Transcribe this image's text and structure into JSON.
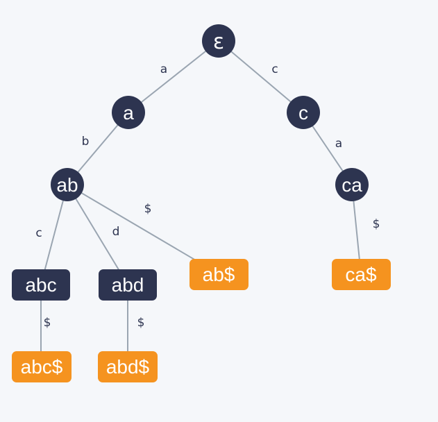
{
  "colors": {
    "background": "#f5f7fa",
    "internal_node": "#2d3450",
    "leaf_node": "#f5931f",
    "edge": "#9aa5b1",
    "edge_label": "#2d3450",
    "node_text": "#ffffff"
  },
  "trie": {
    "nodes": {
      "root": {
        "label": "ε"
      },
      "a": {
        "label": "a"
      },
      "c": {
        "label": "c"
      },
      "ab": {
        "label": "ab"
      },
      "ca": {
        "label": "ca"
      },
      "abc": {
        "label": "abc"
      },
      "abd": {
        "label": "abd"
      },
      "ab_end": {
        "label": "ab$"
      },
      "ca_end": {
        "label": "ca$"
      },
      "abc_end": {
        "label": "abc$"
      },
      "abd_end": {
        "label": "abd$"
      }
    },
    "edges": {
      "root_a": {
        "label": "a"
      },
      "root_c": {
        "label": "c"
      },
      "a_ab": {
        "label": "b"
      },
      "c_ca": {
        "label": "a"
      },
      "ab_abc": {
        "label": "c"
      },
      "ab_abd": {
        "label": "d"
      },
      "ab_abend": {
        "label": "$"
      },
      "ca_caend": {
        "label": "$"
      },
      "abc_abcend": {
        "label": "$"
      },
      "abd_abdend": {
        "label": "$"
      }
    }
  }
}
